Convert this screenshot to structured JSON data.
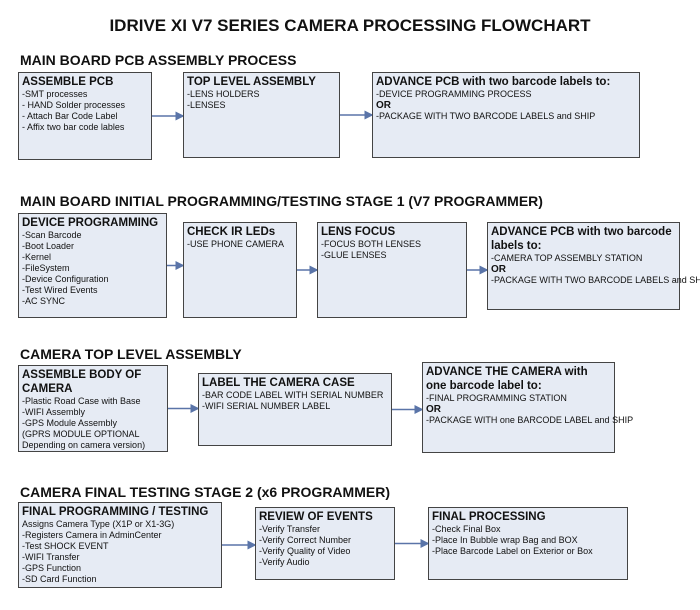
{
  "title": "IDRIVE XI V7 SERIES CAMERA PROCESSING FLOWCHART",
  "sections": [
    {
      "title": "MAIN BOARD PCB ASSEMBLY PROCESS",
      "boxes": [
        {
          "heading": "ASSEMBLE PCB",
          "lines": [
            "-SMT processes",
            "- HAND Solder processes",
            "- Attach Bar Code Label",
            "- Affix two bar code lables"
          ]
        },
        {
          "heading": "TOP LEVEL ASSEMBLY",
          "lines": [
            "-LENS HOLDERS",
            "-LENSES"
          ]
        },
        {
          "heading": "ADVANCE PCB with two barcode labels to:",
          "lines": [
            "-DEVICE PROGRAMMING PROCESS",
            "OR",
            "-PACKAGE WITH TWO BARCODE LABELS and SHIP"
          ]
        }
      ]
    },
    {
      "title": "MAIN BOARD INITIAL PROGRAMMING/TESTING STAGE 1 (V7 PROGRAMMER)",
      "boxes": [
        {
          "heading": "DEVICE PROGRAMMING",
          "lines": [
            "-Scan Barcode",
            "-Boot Loader",
            "-Kernel",
            "-FileSystem",
            "-Device Configuration",
            "-Test Wired Events",
            "-AC SYNC"
          ]
        },
        {
          "heading": "CHECK IR LEDs",
          "lines": [
            "-USE PHONE CAMERA"
          ]
        },
        {
          "heading": "LENS FOCUS",
          "lines": [
            "-FOCUS BOTH LENSES",
            "-GLUE LENSES"
          ]
        },
        {
          "heading": "ADVANCE PCB with two barcode labels to:",
          "lines": [
            "-CAMERA TOP ASSEMBLY STATION",
            "OR",
            "-PACKAGE WITH TWO BARCODE LABELS and SHIP"
          ]
        }
      ]
    },
    {
      "title": "CAMERA TOP LEVEL ASSEMBLY",
      "boxes": [
        {
          "heading": "ASSEMBLE BODY OF CAMERA",
          "lines": [
            "-Plastic Road Case with Base",
            "-WIFI Assembly",
            "-GPS Module Assembly",
            "(GPRS MODULE OPTIONAL",
            "Depending on camera version)"
          ]
        },
        {
          "heading": "LABEL THE CAMERA CASE",
          "lines": [
            "-BAR CODE LABEL WITH SERIAL NUMBER",
            "-WIFI SERIAL NUMBER LABEL"
          ]
        },
        {
          "heading": "ADVANCE THE CAMERA with one barcode label to:",
          "lines": [
            "-FINAL PROGRAMMING STATION",
            "OR",
            "-PACKAGE WITH one BARCODE LABEL and SHIP"
          ]
        }
      ]
    },
    {
      "title": "CAMERA FINAL TESTING STAGE 2 (x6 PROGRAMMER)",
      "boxes": [
        {
          "heading": "FINAL PROGRAMMING / TESTING",
          "lines": [
            "Assigns Camera Type (X1P or X1-3G)",
            "-Registers Camera in AdminCenter",
            "-Test SHOCK EVENT",
            "-WIFI Transfer",
            "-GPS Function",
            "-SD Card Function"
          ]
        },
        {
          "heading": "REVIEW OF EVENTS",
          "lines": [
            "-Verify Transfer",
            "-Verify Correct Number",
            "-Verify Quality of Video",
            "-Verify Audio"
          ]
        },
        {
          "heading": "FINAL PROCESSING",
          "lines": [
            " -Check Final Box",
            "-Place In Bubble wrap Bag and BOX",
            "-Place Barcode Label on Exterior or Box"
          ]
        }
      ]
    }
  ],
  "colors": {
    "box_fill": "#e6ebf4",
    "arrow": "#5a74a8"
  }
}
